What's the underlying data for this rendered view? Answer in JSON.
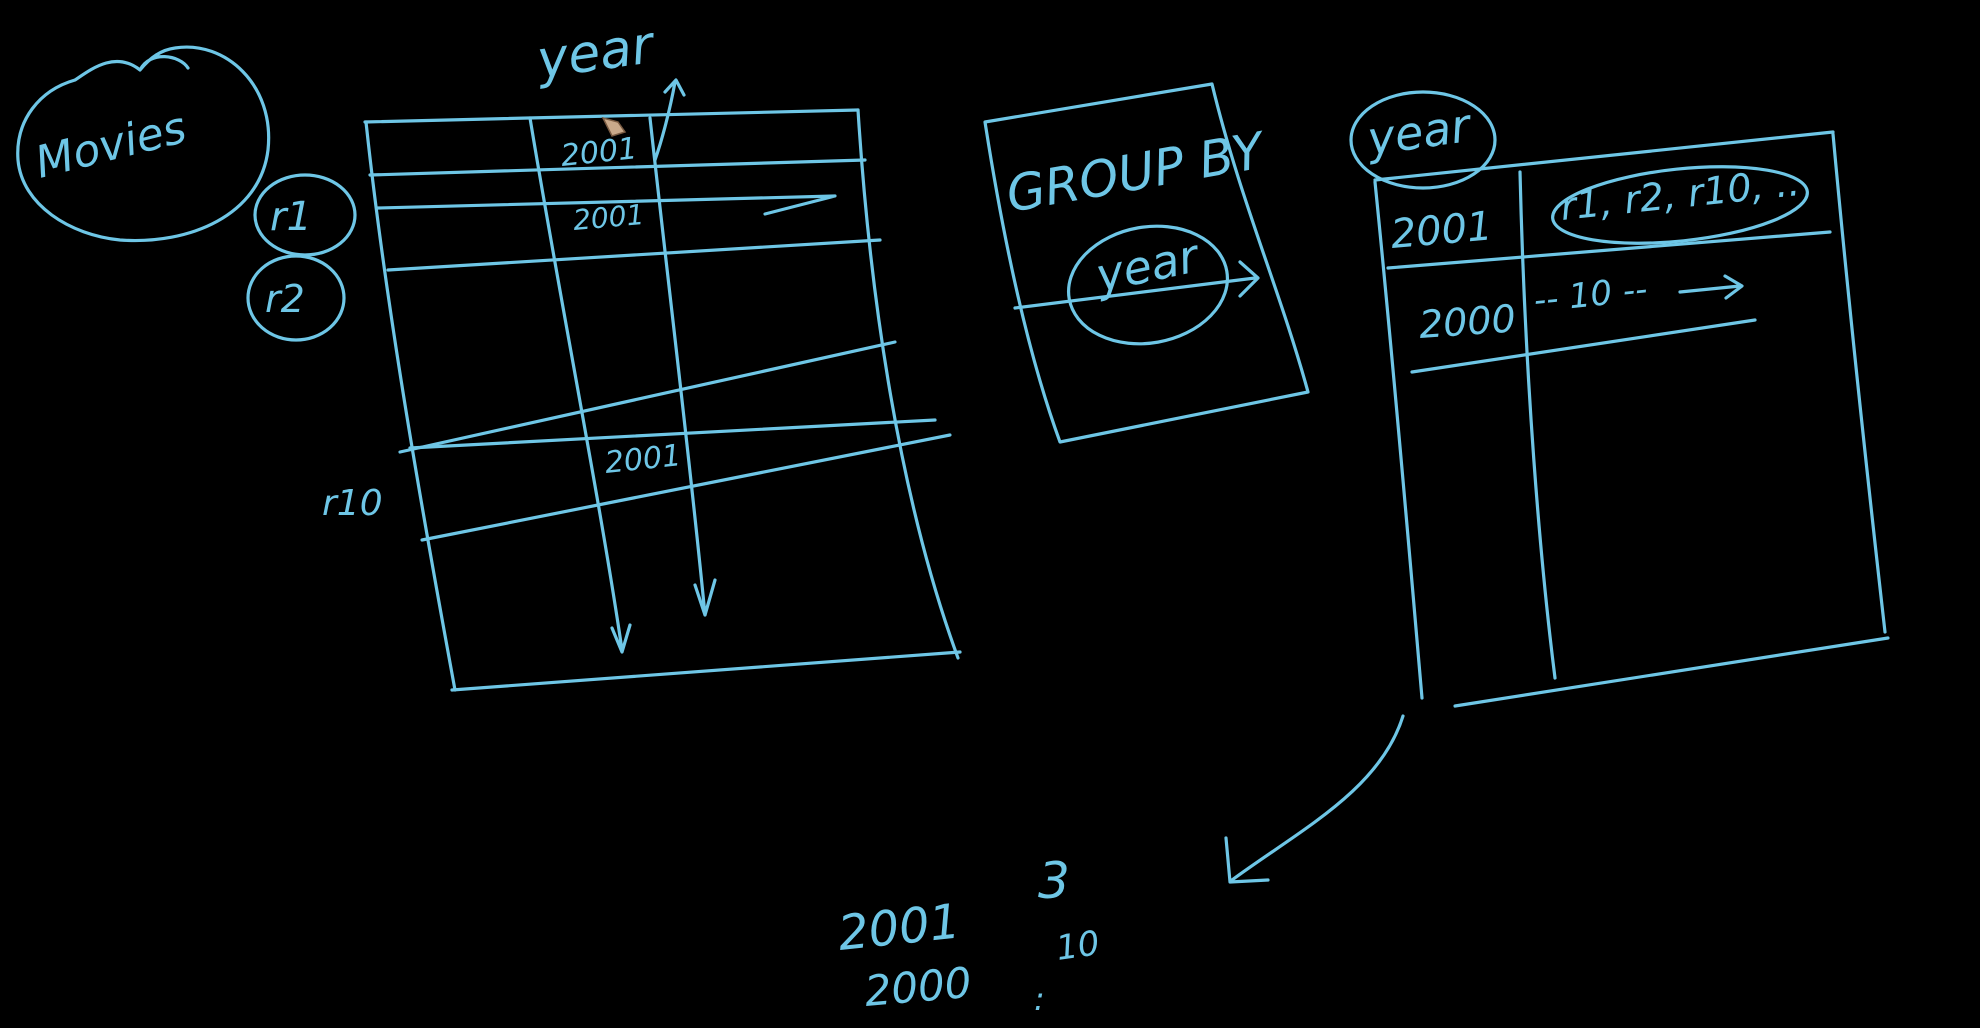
{
  "ink_color": "#6ec6e6",
  "background_color": "#000000",
  "cursor_icon": "pen-cursor-icon",
  "labels": {
    "movies": "Movies",
    "year_top": "year",
    "r1": "r1",
    "r2": "r2",
    "r10": "r10"
  },
  "source_table": {
    "cells": {
      "header_year": "2001",
      "row1_year": "2001",
      "row10_year": "2001"
    }
  },
  "group_by": {
    "keyword": "GROUP BY",
    "column": "year"
  },
  "grouped_table": {
    "header": "year",
    "rows": [
      {
        "key": "2001",
        "value": "r1, r2, r10, .."
      },
      {
        "key": "2000",
        "value": "-- 10 --"
      }
    ]
  },
  "result": {
    "rows": [
      {
        "key": "2001",
        "count": "3"
      },
      {
        "key": "2000",
        "count": "10"
      }
    ],
    "ellipsis": ":"
  }
}
